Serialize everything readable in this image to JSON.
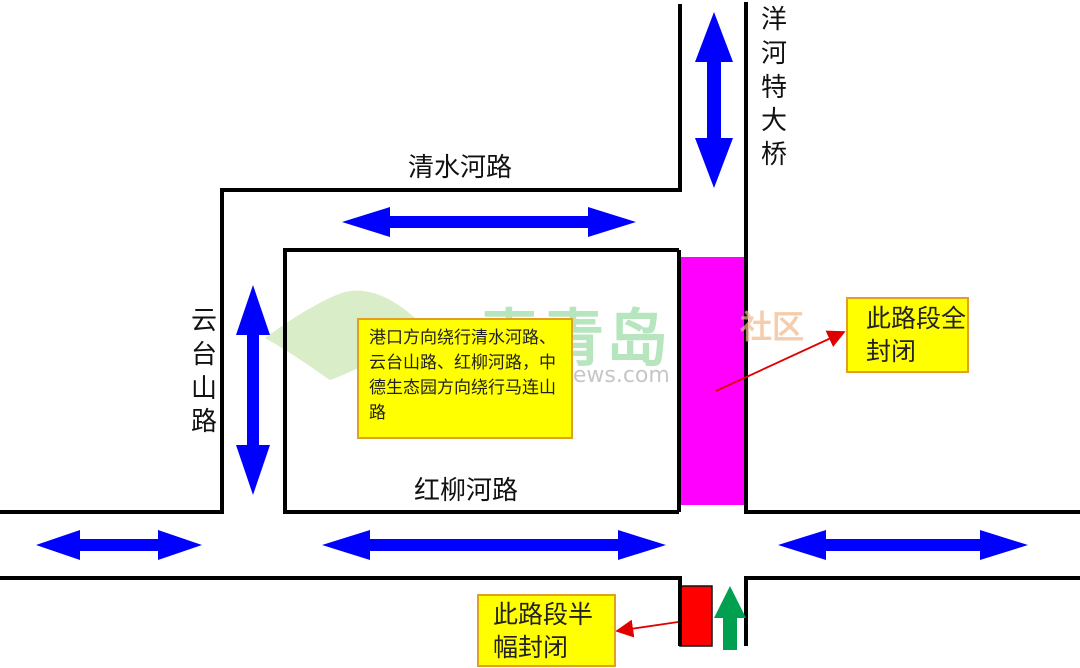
{
  "roads": {
    "qingshui": "清水河路",
    "yuntai": "云台山路",
    "hongliu": "红柳河路",
    "yanghe_bridge": "洋河特大桥"
  },
  "notes": {
    "detour": "港口方向绕行清水河路、云台山路、红柳河路，中德生态园方向绕行马连山路",
    "full_closure": "此路段全封闭",
    "half_closure": "此路段半幅封闭"
  },
  "watermark": {
    "brand": "青青岛",
    "sub": "社区",
    "url": "qingdaonews.com"
  },
  "colors": {
    "road_line": "#000000",
    "arrow": "#0000ff",
    "full_closure_fill": "#ff00ff",
    "half_closure_fill": "#ff0000",
    "open_lane_arrow": "#00a050",
    "note_fill": "#ffff00",
    "pointer": "#e00000"
  }
}
